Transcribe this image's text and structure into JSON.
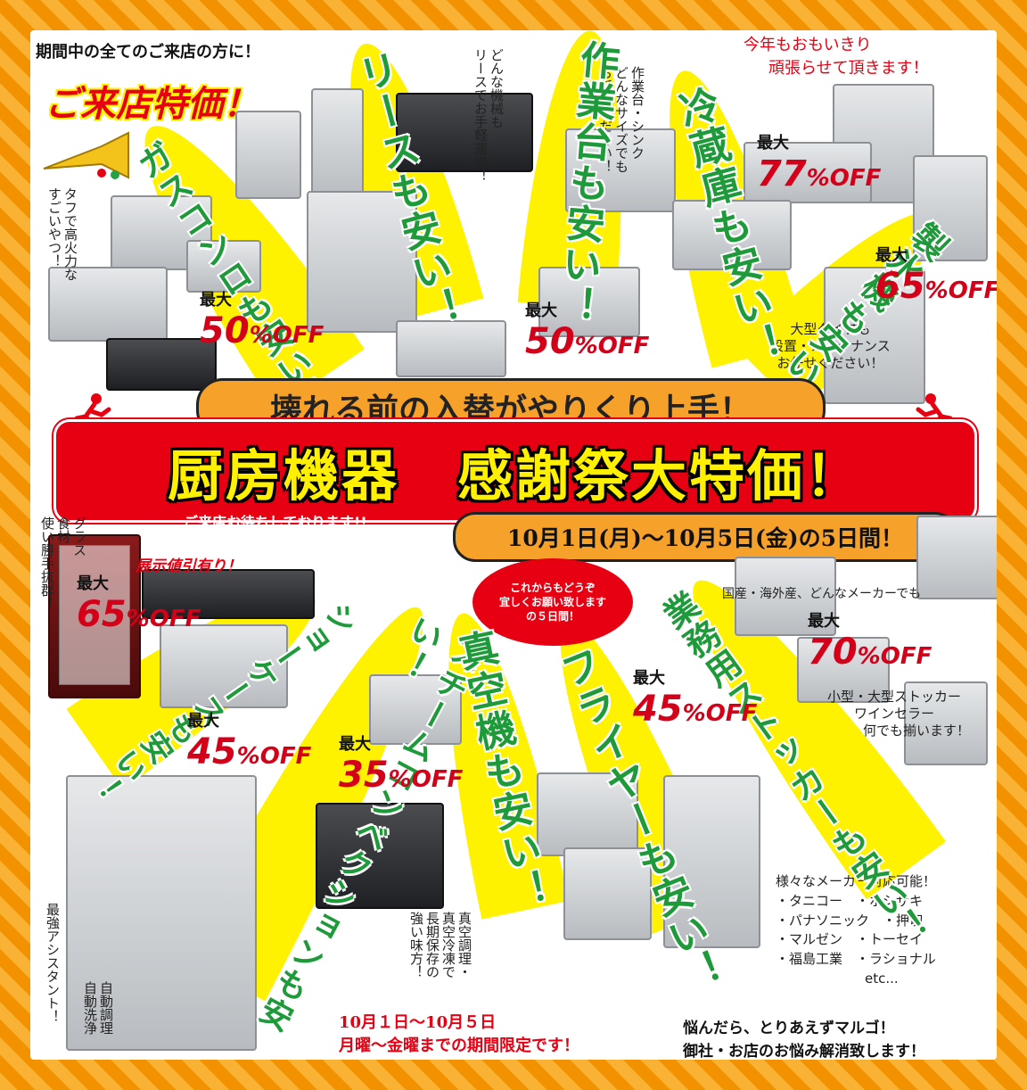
{
  "header": {
    "to_all": "期間中の全てのご来店の方に！",
    "special": "ご来店特価！",
    "right_message": [
      "今年もおもいきり",
      "頑張らせて頂きます！"
    ]
  },
  "notes": {
    "tough": [
      "タフで高火力な",
      "すごいやつ！"
    ],
    "lease": [
      "どんな機械も",
      "リースでお手軽運営！"
    ],
    "worktable": [
      "作業台・シンク",
      "どんなサイズでも",
      "お任せください！"
    ],
    "large_type": [
      "大型タイプも",
      "設置・メンテナンス",
      "お任せください！"
    ],
    "glass": [
      "グラス",
      "食材",
      "使い勝手抜群！"
    ],
    "display_discount": "展示値引有り！",
    "domestic": "国産・海外産、どんなメーカーでも",
    "stocker": [
      "小型・大型ストッカー",
      "ワインセラー",
      "何でも揃います！"
    ],
    "makers": [
      "様々なメーカー対応可能！",
      "・タニコー　・ホシザキ",
      "・パナソニック　・押切",
      "・マルゼン　・トーセイ",
      "・福島工業　・ラショナル",
      "etc..."
    ],
    "vacuum_note": [
      "真空調理・",
      "真空冷凍で",
      "長期保存の",
      "強い味方！"
    ],
    "assistant": "最強アシスタント！",
    "auto": [
      "自動調理",
      "自動洗浄"
    ]
  },
  "beams": {
    "gas": "ガスコンロも安い！",
    "lease": "リースも安い！",
    "worktable": "作業台も安い！",
    "fridge": "冷蔵庫も安い！",
    "ice": "製氷機も安い！",
    "showcase": "ショーケースも安い！",
    "steam": "スチームコンベクションも安い！",
    "vacuum": "真空機も安い！",
    "fryer": "フライヤーも安い！",
    "stocker": "業務用ストッカーも安い！"
  },
  "discounts": {
    "label": "最大",
    "suffix": "%OFF",
    "gas": "50",
    "worktable": "50",
    "fridge": "77",
    "ice": "65",
    "showcase": "65",
    "showcase2": "45",
    "steam": "35",
    "fryer": "45",
    "stocker": "70"
  },
  "banner": {
    "top": "壊れる前の入替がやりくり上手！",
    "main": "厨房機器　感謝祭大特価！",
    "waiting": "ご来店お待ちしております!!",
    "dates": "10月1日(月)～10月5日(金)の5日間！",
    "bubble": [
      "これからもどうぞ",
      "宜しくお願い致します",
      "の５日間！"
    ]
  },
  "footer": {
    "dates": "10月１日～10月５日",
    "limited": "月曜～金曜までの期間限定です！",
    "right1": "悩んだら、とりあえずマルゴ！",
    "right2": "御社・お店のお悩み解消致します！"
  }
}
